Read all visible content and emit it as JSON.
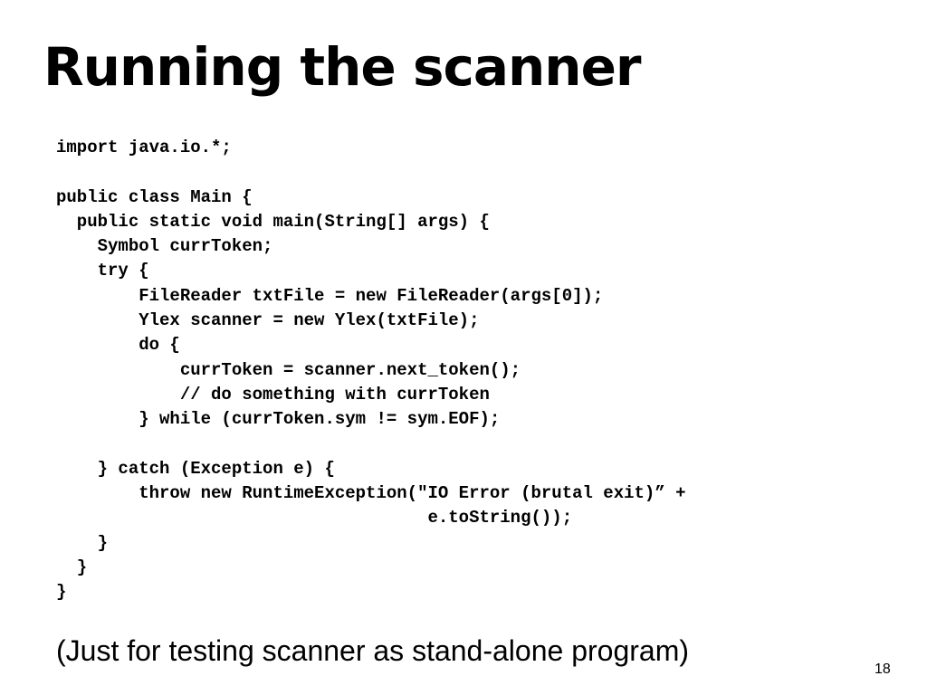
{
  "slide": {
    "title": "Running the scanner",
    "code_lines": [
      "import java.io.*;",
      "",
      "public class Main {",
      "  public static void main(String[] args) {",
      "    Symbol currToken;",
      "    try {",
      "        FileReader txtFile = new FileReader(args[0]);",
      "        Ylex scanner = new Ylex(txtFile);",
      "        do {",
      "            currToken = scanner.next_token();",
      "            // do something with currToken",
      "        } while (currToken.sym != sym.EOF);",
      "",
      "    } catch (Exception e) {",
      "        throw new RuntimeException(\"IO Error (brutal exit)” +",
      "                                    e.toString());",
      "    }",
      "  }",
      "}"
    ],
    "caption": "(Just for testing scanner as stand-alone program)",
    "page_number": "18"
  }
}
